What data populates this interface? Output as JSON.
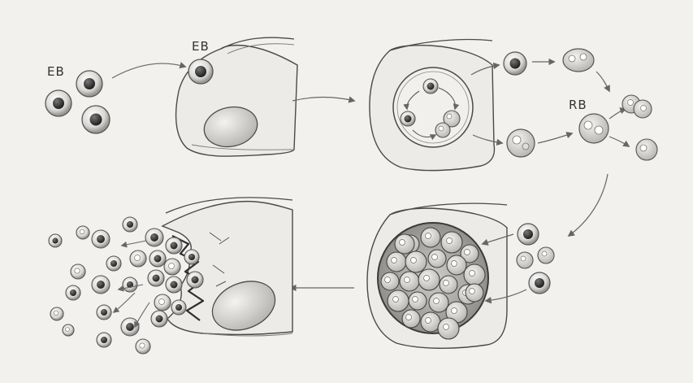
{
  "labels": {
    "eb_outside": "EB",
    "eb_attached": "EB",
    "rb": "RB"
  },
  "colors": {
    "background": "#f2f1ee",
    "pencil": "#4a4a4a",
    "cell_fill": "#ecebe8",
    "particle_core": "#2f2f2f"
  }
}
